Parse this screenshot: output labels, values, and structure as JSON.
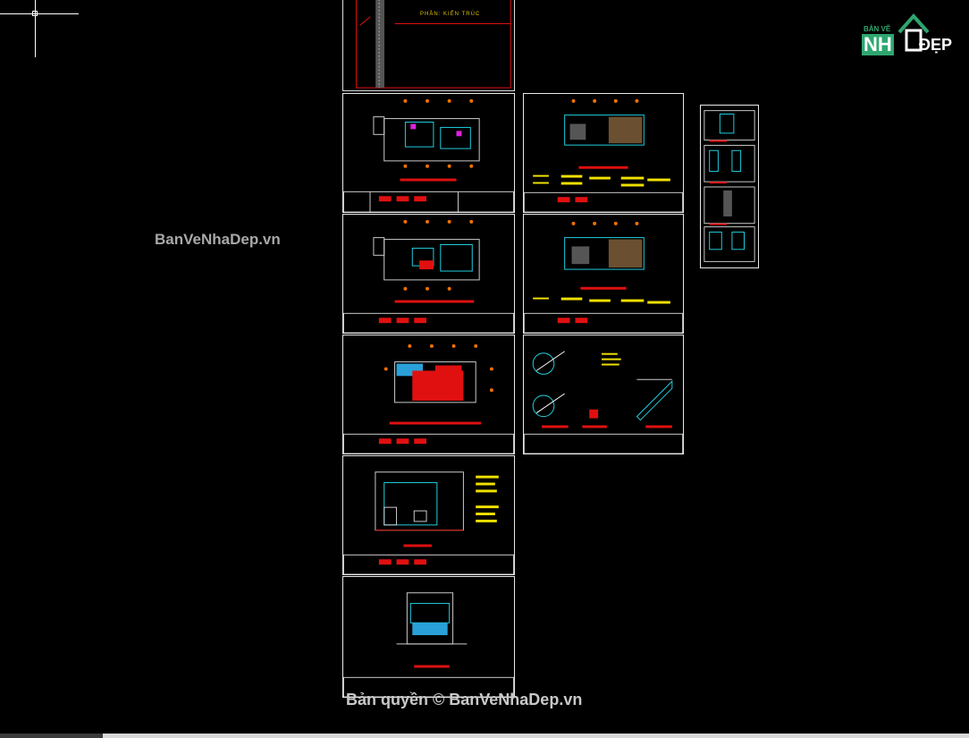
{
  "drawing": {
    "cover_title": "PHẦN: KIẾN TRÚC"
  },
  "watermarks": {
    "side": "BanVeNhaDep.vn",
    "bottom": "Bản quyền © BanVeNhaDep.vn"
  },
  "logo": {
    "ban_ve": "BẢN VẼ",
    "nha": "NH",
    "dep": "ĐẸP"
  },
  "colors": {
    "background": "#000000",
    "sheet_border": "#e8e8e8",
    "accent_red": "#e01010",
    "accent_cyan": "#20d0e0",
    "accent_yellow": "#f0e000",
    "logo_green": "#2ea66f"
  },
  "icons": [
    "crosshair-cursor-icon",
    "house-logo-icon"
  ]
}
